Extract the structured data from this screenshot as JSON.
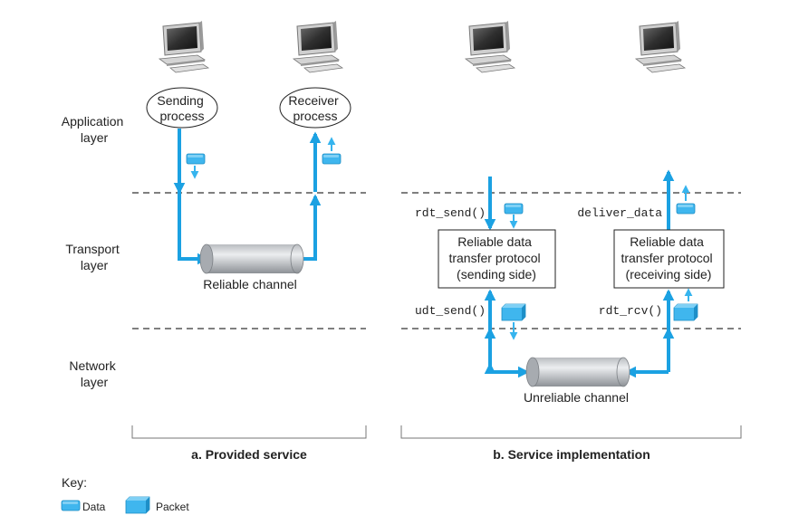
{
  "layers": {
    "application": [
      "Application",
      "layer"
    ],
    "transport": [
      "Transport",
      "layer"
    ],
    "network": [
      "Network",
      "layer"
    ]
  },
  "provided_service": {
    "sender_process": [
      "Sending",
      "process"
    ],
    "receiver_process": [
      "Receiver",
      "process"
    ],
    "channel_label": "Reliable channel",
    "caption": "a. Provided service"
  },
  "service_implementation": {
    "rdt_send": "rdt_send()",
    "deliver_data": "deliver_data",
    "udt_send": "udt_send()",
    "rdt_rcv": "rdt_rcv()",
    "sender_box": [
      "Reliable data",
      "transfer protocol",
      "(sending side)"
    ],
    "receiver_box": [
      "Reliable data",
      "transfer protocol",
      "(receiving side)"
    ],
    "channel_label": "Unreliable channel",
    "caption": "b. Service implementation"
  },
  "key": {
    "title": "Key:",
    "data": "Data",
    "packet": "Packet"
  },
  "colors": {
    "arrow": "#1ba1e2",
    "light_arrow": "#36b4ee",
    "data_block": "#3fb6ee",
    "packet_block": "#3fb6ee"
  }
}
